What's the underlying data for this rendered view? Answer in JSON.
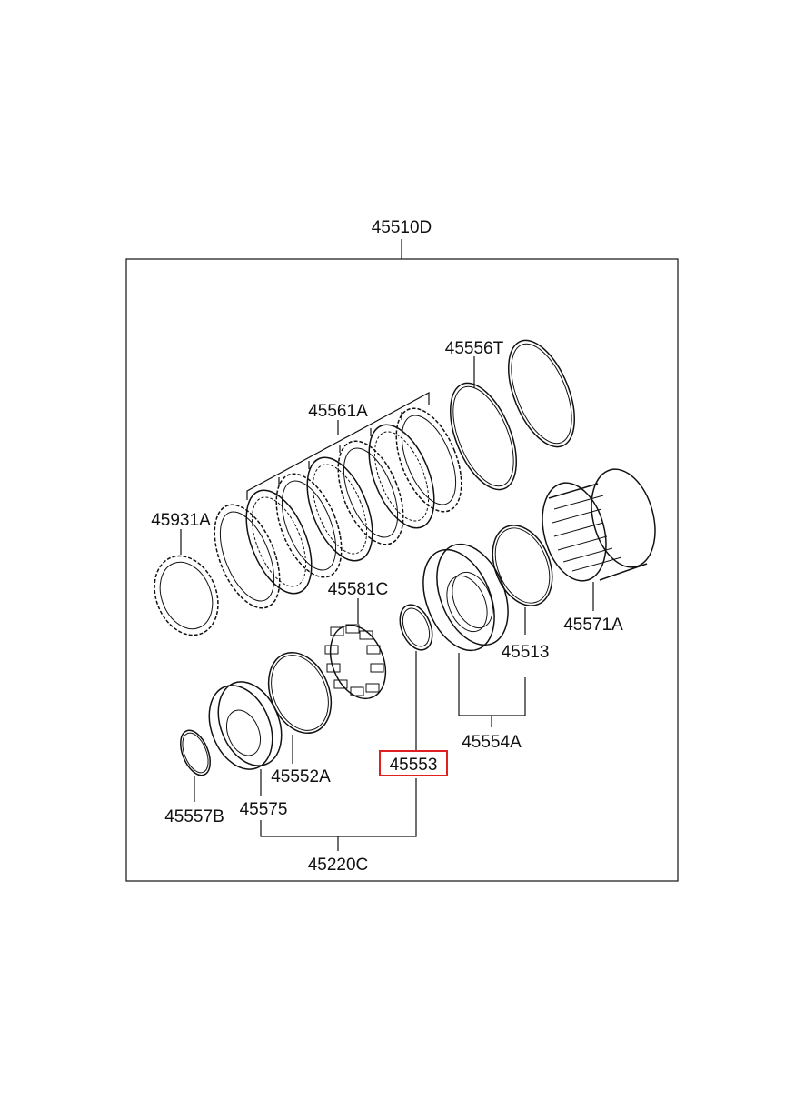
{
  "assembly": {
    "label": "45510D"
  },
  "parts": {
    "p45556T": "45556T",
    "p45561A": "45561A",
    "p45931A": "45931A",
    "p45581C": "45581C",
    "p45571A": "45571A",
    "p45513": "45513",
    "p45554A": "45554A",
    "p45553": "45553",
    "p45552A": "45552A",
    "p45557B": "45557B",
    "p45575": "45575",
    "p45220C": "45220C"
  },
  "highlight": {
    "part": "45553",
    "color": "#e02020"
  }
}
